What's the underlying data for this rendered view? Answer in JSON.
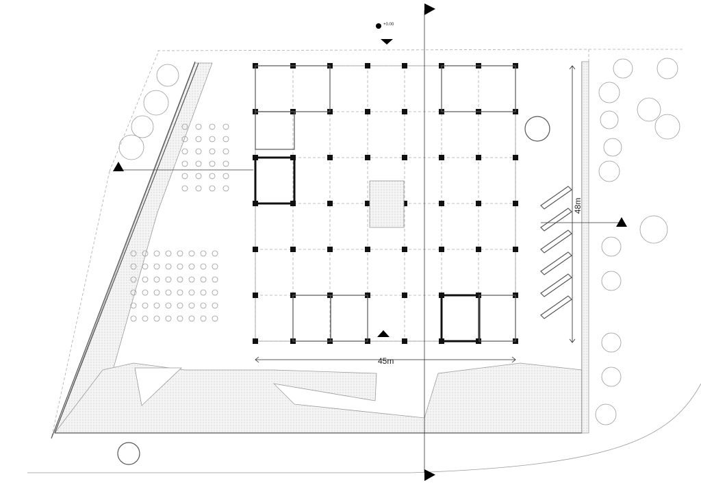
{
  "plan": {
    "level_marker": "+0.00",
    "dimension_width": "45m",
    "dimension_depth": "48m"
  },
  "colors": {
    "line": "#555555",
    "column": "#111111",
    "hatch": "#bbbbbb"
  }
}
